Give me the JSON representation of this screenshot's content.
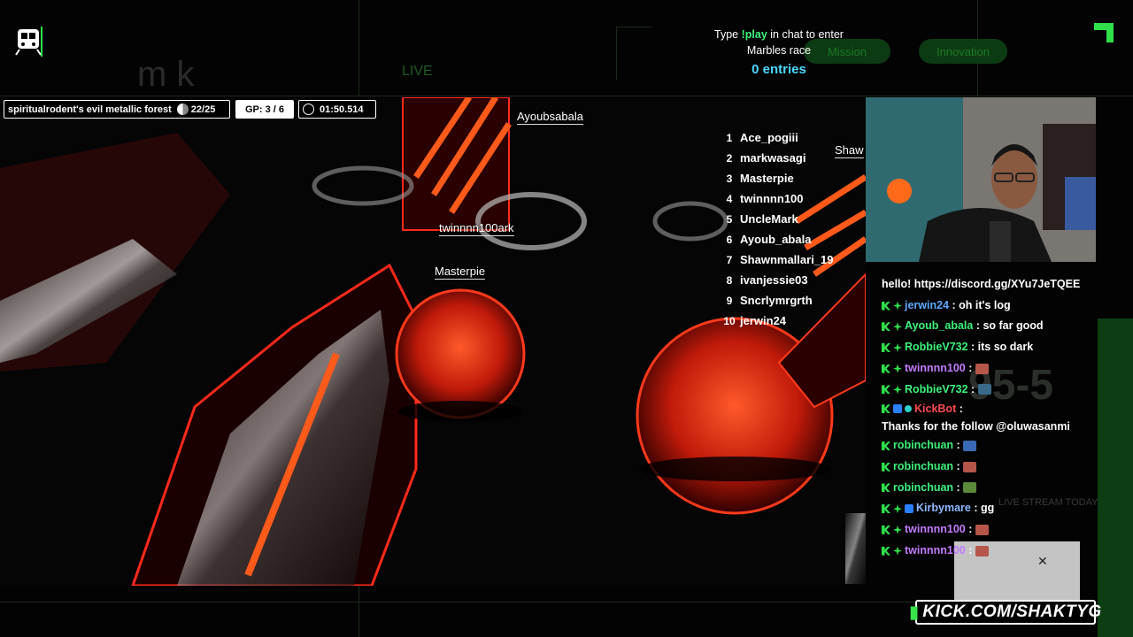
{
  "background": {
    "live_text": "LIVE",
    "pill_left": "Mission",
    "pill_right": "Innovation",
    "k_letters": "m k",
    "score_text": "95-5",
    "livestream_text": "LIVE STREAM TODAY."
  },
  "promo": {
    "line1_prefix": "Type ",
    "command": "!play",
    "line1_suffix": " in chat to enter",
    "line2": "Marbles race",
    "entries": "0 entries"
  },
  "hud": {
    "track_name": "spiritualrodent's evil metallic forest",
    "marbles_left": "22/25",
    "gp": "GP: 3 / 6",
    "timer": "01:50.514"
  },
  "marble_labels": {
    "a": "Ayoubsabala",
    "b": "twinnnn100ark",
    "c": "Masterpie",
    "d": "Shaw"
  },
  "leaderboard": [
    {
      "rank": "1",
      "name": "Ace_pogiii"
    },
    {
      "rank": "2",
      "name": "markwasagi"
    },
    {
      "rank": "3",
      "name": "Masterpie"
    },
    {
      "rank": "4",
      "name": "twinnnn100"
    },
    {
      "rank": "5",
      "name": "UncleMark"
    },
    {
      "rank": "6",
      "name": "Ayoub_abala"
    },
    {
      "rank": "7",
      "name": "Shawnmallari_19"
    },
    {
      "rank": "8",
      "name": "ivanjessie03"
    },
    {
      "rank": "9",
      "name": "Sncrlymrgrth"
    },
    {
      "rank": "10",
      "name": "jerwin24"
    }
  ],
  "chat": {
    "pinned": "hello! https://discord.gg/XYu7JeTQEE",
    "messages": [
      {
        "user": "jerwin24",
        "color": "#5aa8ff",
        "text": "oh it's log",
        "badges": [
          "k",
          "s"
        ],
        "emote": ""
      },
      {
        "user": "Ayoub_abala",
        "color": "#3df27a",
        "text": "so far good",
        "badges": [
          "k",
          "s"
        ],
        "emote": ""
      },
      {
        "user": "RobbieV732",
        "color": "#3df27a",
        "text": "its so dark",
        "badges": [
          "k",
          "s"
        ],
        "emote": ""
      },
      {
        "user": "twinnnn100",
        "color": "#c27bff",
        "text": "",
        "badges": [
          "k",
          "s"
        ],
        "emote": "#b5564a"
      },
      {
        "user": "RobbieV732",
        "color": "#3df27a",
        "text": "",
        "badges": [
          "k",
          "s"
        ],
        "emote": "#3a6a8a"
      },
      {
        "user": "KickBot",
        "color": "#ff4a4a",
        "text": "Thanks for the follow @oluwasanmi",
        "badges": [
          "k",
          "b",
          "c"
        ],
        "emote": ""
      },
      {
        "user": "robinchuan",
        "color": "#3df27a",
        "text": "",
        "badges": [
          "k"
        ],
        "emote": "#3a6ab5"
      },
      {
        "user": "robinchuan",
        "color": "#3df27a",
        "text": "",
        "badges": [
          "k"
        ],
        "emote": "#b5564a"
      },
      {
        "user": "robinchuan",
        "color": "#3df27a",
        "text": "",
        "badges": [
          "k"
        ],
        "emote": "#5a8a3a"
      },
      {
        "user": "Kirbymare",
        "color": "#8fb8ff",
        "text": "gg",
        "badges": [
          "k",
          "s",
          "b"
        ],
        "emote": ""
      },
      {
        "user": "twinnnn100",
        "color": "#c27bff",
        "text": "",
        "badges": [
          "k",
          "s"
        ],
        "emote": "#b5564a"
      },
      {
        "user": "twinnnn100",
        "color": "#c27bff",
        "text": "",
        "badges": [
          "k",
          "s"
        ],
        "emote": "#b5564a"
      }
    ]
  },
  "banner": {
    "text": "KICK.COM/SHAKTYG"
  },
  "colors": {
    "accent_green": "#39e34a",
    "entries_blue": "#4ad9ff",
    "game_red": "#ff3a1a"
  }
}
